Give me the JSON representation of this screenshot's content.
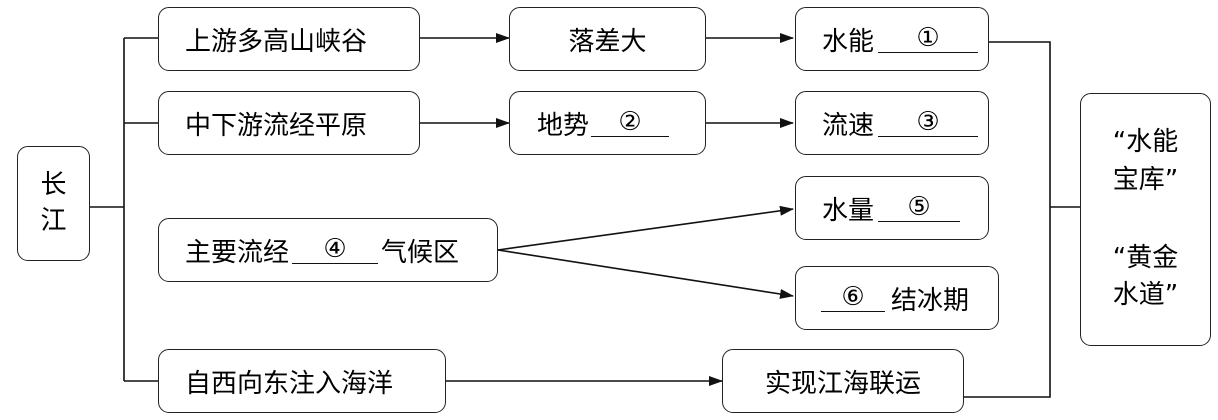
{
  "root": {
    "char1": "长",
    "char2": "江"
  },
  "causes": {
    "upstream": "上游多高山峡谷",
    "midstream": "中下游流经平原",
    "climate_prefix": "主要流经",
    "climate_blank": "④",
    "climate_suffix": "气候区",
    "direction": "自西向东注入海洋"
  },
  "effects": {
    "drop": "落差大",
    "terrain_prefix": "地势",
    "terrain_blank": "②",
    "hydro_prefix": "水能",
    "hydro_blank": "①",
    "speed_prefix": "流速",
    "speed_blank": "③",
    "volume_prefix": "水量",
    "volume_blank": "⑤",
    "ice_blank": "⑥",
    "ice_suffix": "结冰期",
    "shipping": "实现江海联运"
  },
  "result": {
    "line1": "“水能",
    "line2": "宝库”",
    "line3": "“黄金",
    "line4": "水道”"
  }
}
